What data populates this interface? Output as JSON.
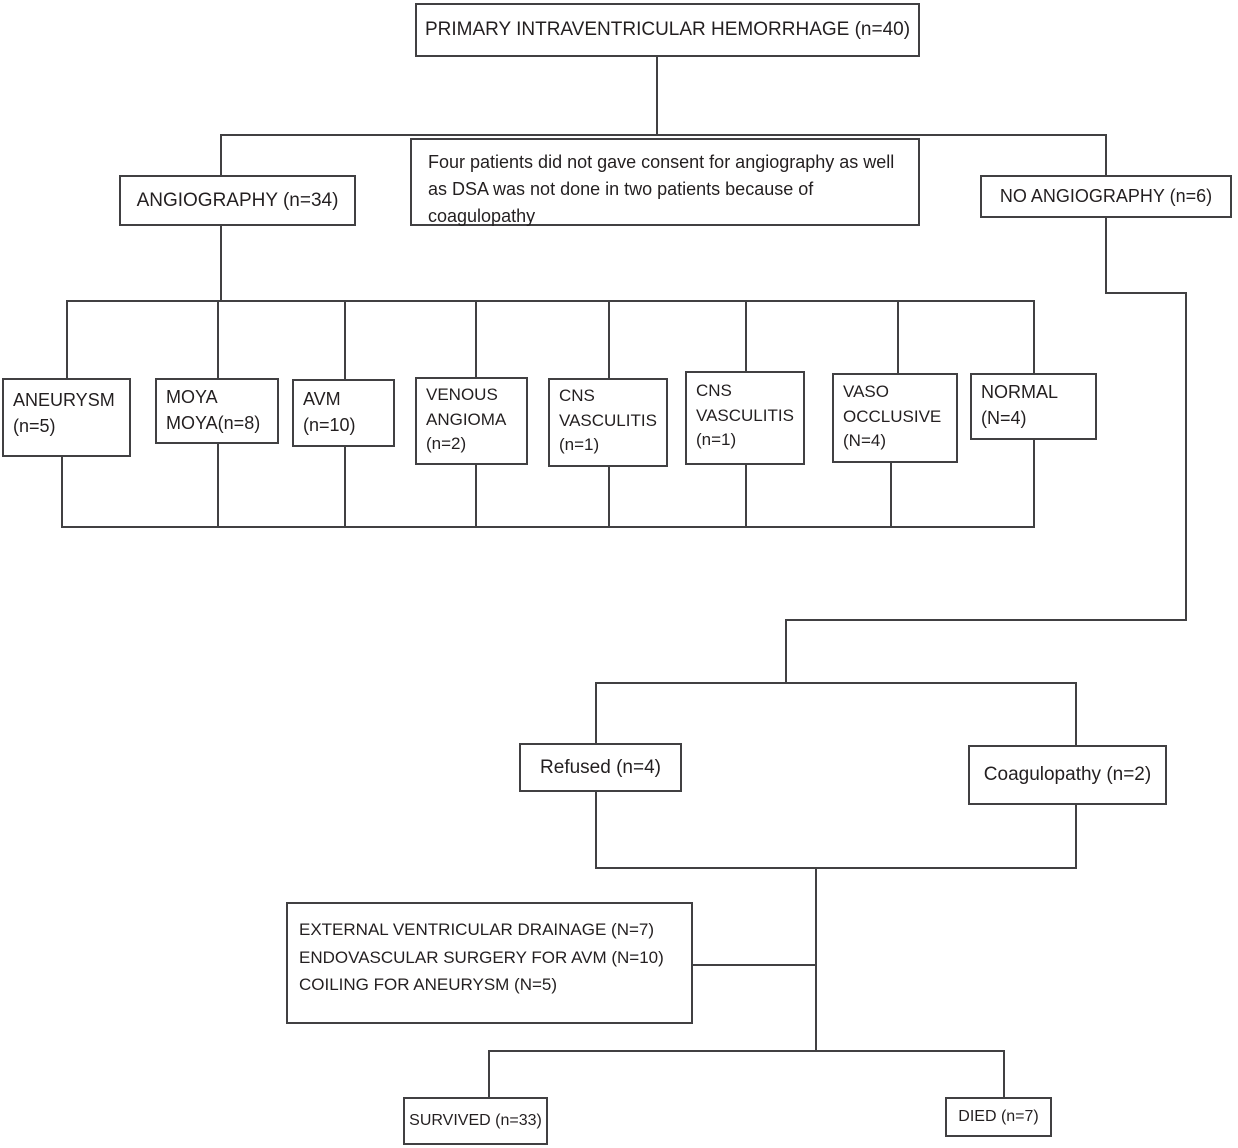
{
  "figure": {
    "background": "#ffffff",
    "line_color": "#414042",
    "text_color": "#231f20"
  },
  "nodes": {
    "primary": {
      "label": "PRIMARY INTRAVENTRICULAR HEMORRHAGE (n=40)"
    },
    "angiography": {
      "label": "ANGIOGRAPHY (n=34)"
    },
    "consent_note": {
      "label": "Four patients did not gave consent for angiography as well as DSA was not done in two patients because of coagulopathy"
    },
    "no_angiography": {
      "label": "NO ANGIOGRAPHY (n=6)"
    },
    "aneurysm": {
      "lines": [
        "ANEURYSM",
        "(n=5)"
      ]
    },
    "moya_moya": {
      "lines": [
        "MOYA",
        "MOYA(n=8)"
      ]
    },
    "avm": {
      "lines": [
        "AVM",
        "(n=10)"
      ]
    },
    "venous_angioma": {
      "lines": [
        "VENOUS",
        "ANGIOMA",
        "(n=2)"
      ]
    },
    "cns_vasculitis_1": {
      "lines": [
        "CNS",
        "VASCULITIS",
        "(n=1)"
      ]
    },
    "cns_vasculitis_2": {
      "lines": [
        "CNS",
        "VASCULITIS",
        "(n=1)"
      ]
    },
    "vaso_occlusive": {
      "lines": [
        "VASO",
        "OCCLUSIVE",
        "(N=4)"
      ]
    },
    "normal": {
      "lines": [
        "NORMAL",
        "(N=4)"
      ]
    },
    "refused": {
      "label": "Refused (n=4)"
    },
    "coagulopathy": {
      "label": "Coagulopathy (n=2)"
    },
    "treatment": {
      "lines": [
        "EXTERNAL VENTRICULAR DRAINAGE (N=7)",
        "ENDOVASCULAR SURGERY FOR AVM (N=10)",
        "COILING FOR ANEURYSM (N=5)"
      ]
    },
    "survived": {
      "label": "SURVIVED (n=33)"
    },
    "died": {
      "label": "DIED (n=7)"
    }
  }
}
